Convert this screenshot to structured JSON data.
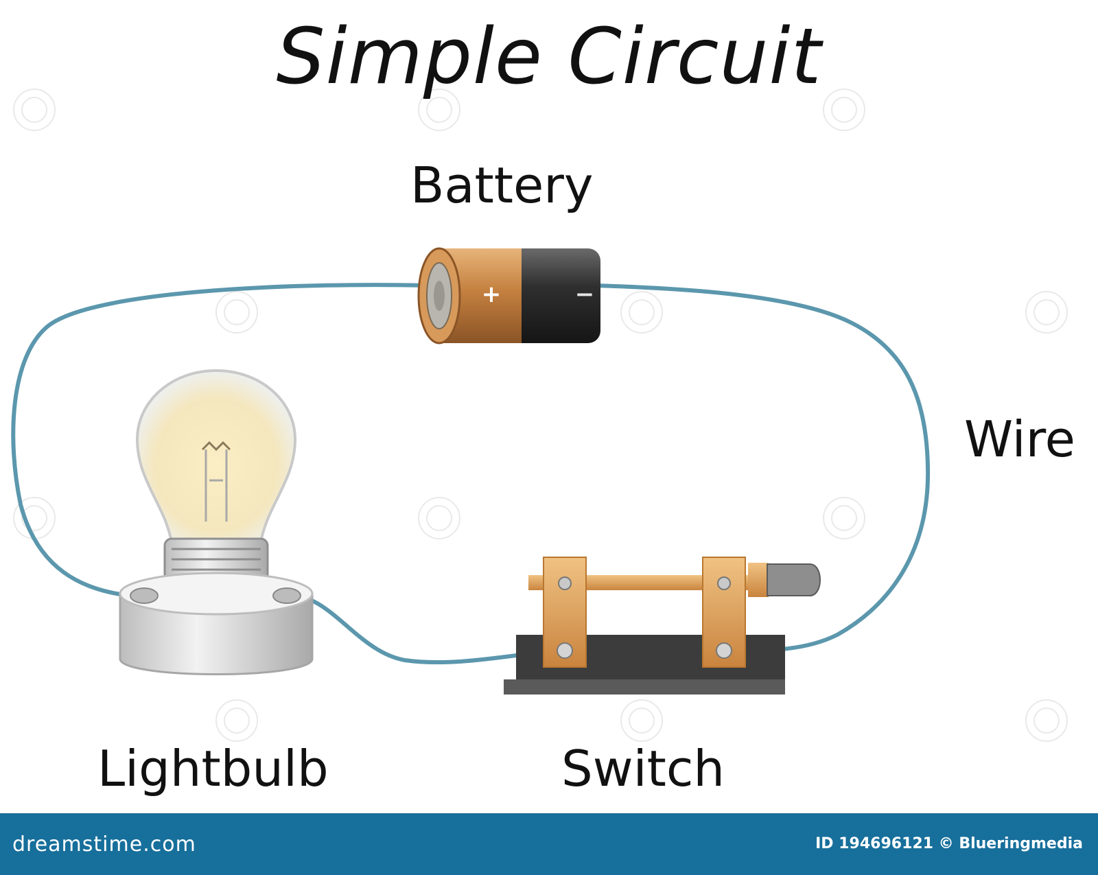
{
  "title": "Simple Circuit",
  "labels": {
    "battery": "Battery",
    "wire": "Wire",
    "lightbulb": "Lightbulb",
    "switch": "Switch"
  },
  "battery_marks": {
    "positive": "+",
    "negative": "−"
  },
  "footer": {
    "brand": "dreamstime.com",
    "credit": "ID 194696121 © Blueringmedia"
  },
  "colors": {
    "wire": "#5b97ad",
    "battery_copper": "#c98a4c",
    "battery_black": "#2b2b2b",
    "switch_brass": "#e0a55e",
    "switch_base": "#3c3c3c",
    "bulb_glow": "#f8eabf",
    "socket": "#d9d9d9",
    "footer_bg": "#176f9b"
  }
}
